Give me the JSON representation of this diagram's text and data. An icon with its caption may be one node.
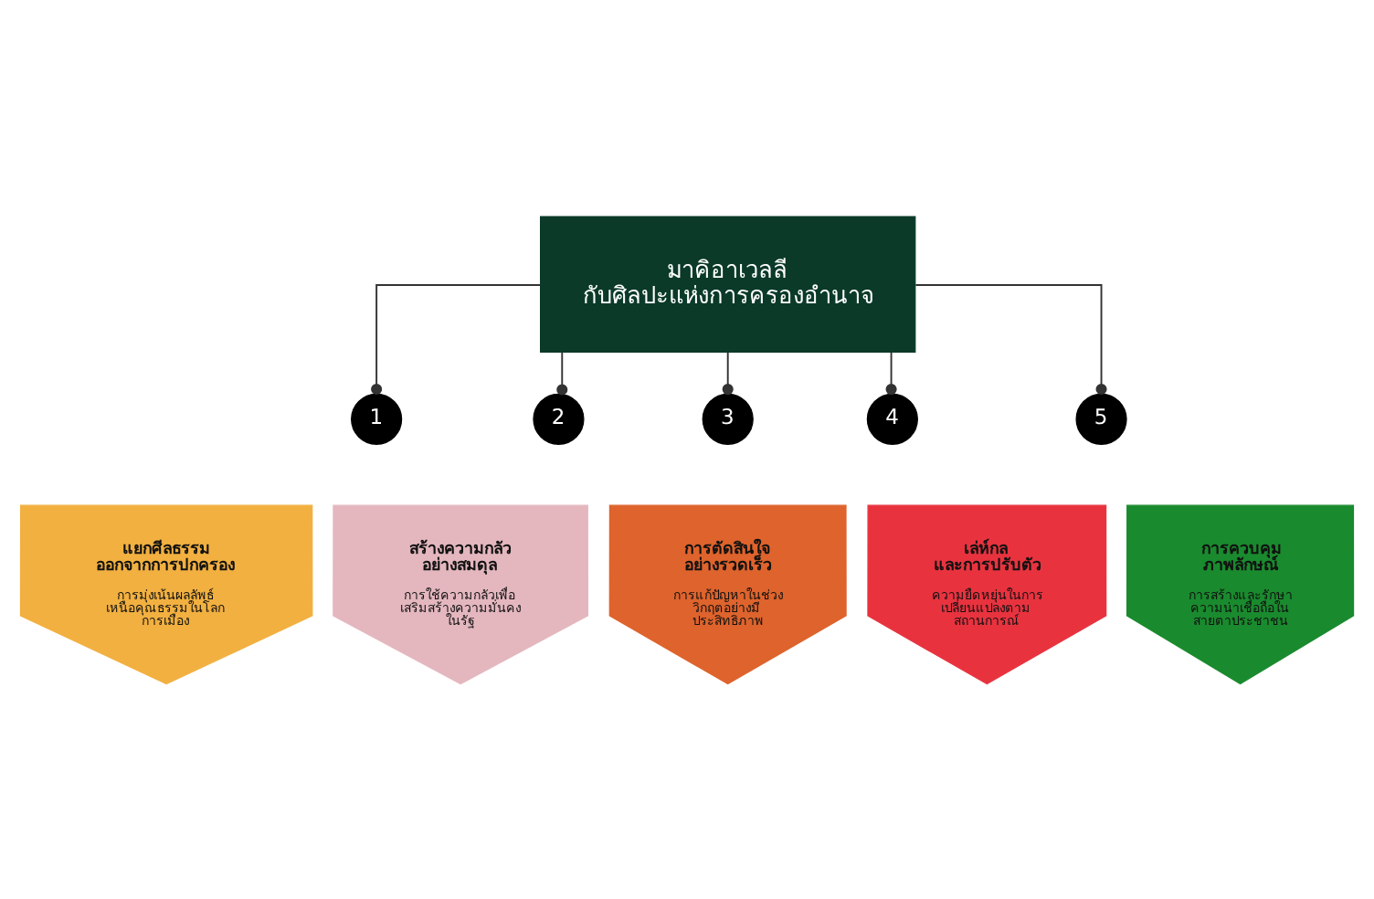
{
  "diagram": {
    "nodes": [
      {
        "text": [
          "มาคิอาเวลลี กับศิลปะแห่งการครองอำนาจ"
        ]
      },
      {
        "text": [
          "1"
        ]
      },
      {
        "text": [
          "แยกศีลธรรม ออกจากการปกครอง",
          "การมุ่งเน้นผลลัพธ์ เหนือคุณธรรมในโลก การเมือง"
        ]
      },
      {
        "text": [
          "2"
        ]
      },
      {
        "text": [
          "สร้างความกลัว อย่างสมดุล",
          "การใช้ความกลัวเพื่อ เสริมสร้างความมั่นคง ในรัฐ"
        ]
      },
      {
        "text": [
          "3"
        ]
      },
      {
        "text": [
          "การตัดสินใจ อย่างรวดเร็ว",
          "การแก้ปัญหาในช่วง วิกฤตอย่างมี ประสิทธิภาพ"
        ]
      },
      {
        "text": [
          "4"
        ]
      },
      {
        "text": [
          "เล่ห์กล และการปรับตัว",
          "ความยืดหยุ่นในการ เปลี่ยนแปลงตาม สถานการณ์"
        ]
      },
      {
        "text": [
          "5"
        ]
      },
      {
        "text": [
          "การควบคุม ภาพลักษณ์",
          "การสร้างและรักษา ความน่าเชื่อถือใน สายตาประชาชน"
        ]
      }
    ],
    "edges": [
      {
        "from": 0,
        "to": 1,
        "arrow": "other"
      },
      {
        "from": 0,
        "to": 3,
        "arrow": "other"
      },
      {
        "from": 0,
        "to": 5,
        "arrow": "other"
      },
      {
        "from": 0,
        "to": 7,
        "arrow": "other"
      },
      {
        "from": 0,
        "to": 9,
        "arrow": "other"
      }
    ]
  }
}
